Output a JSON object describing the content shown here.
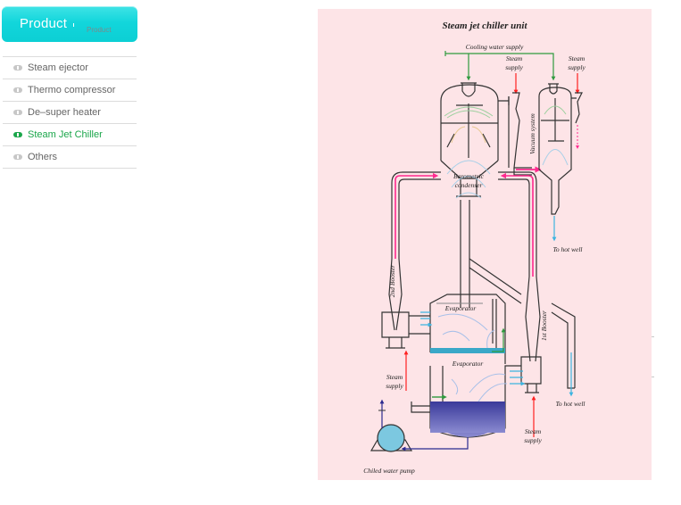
{
  "header": {
    "title": "Product",
    "subtitle": "Product"
  },
  "sidebar": {
    "items": [
      {
        "label": "Steam ejector",
        "active": false,
        "icon": "bullet-icon"
      },
      {
        "label": "Thermo compressor",
        "active": false,
        "icon": "bullet-icon"
      },
      {
        "label": "De–super heater",
        "active": false,
        "icon": "bullet-icon"
      },
      {
        "label": "Steam Jet Chiller",
        "active": true,
        "icon": "bullet-icon"
      },
      {
        "label": "Others",
        "active": false,
        "icon": "bullet-icon"
      }
    ],
    "active_color": "#1aa64a"
  },
  "diagram": {
    "title": "Steam jet chiller unit",
    "labels": {
      "cooling_water": "Cooling water supply",
      "steam_supply_top1_a": "Steam",
      "steam_supply_top1_b": "supply",
      "steam_supply_top2_a": "Steam",
      "steam_supply_top2_b": "supply",
      "vacuum_system": "Vacuum system",
      "barometric_a": "Barometric",
      "barometric_b": "condenser",
      "to_hot_well_1": "To hot well",
      "to_hot_well_2": "To hot well",
      "second_booster": "2nd Booster",
      "first_booster": "1st Booster",
      "evaporator_1": "Evaporator",
      "evaporator_2": "Evaporator",
      "steam_supply_left_a": "Steam",
      "steam_supply_left_b": "supply",
      "steam_supply_bottom_a": "Steam",
      "steam_supply_bottom_b": "supply",
      "chilled_water_pump": "Chiled water pump"
    },
    "colors": {
      "background": "#fde4e7",
      "cooling_water": "#2f9a3e",
      "steam": "#ff2020",
      "vapor": "#ff2a8f",
      "hot_well": "#3cb4e0",
      "chilled_water": "#2a2a90"
    }
  }
}
